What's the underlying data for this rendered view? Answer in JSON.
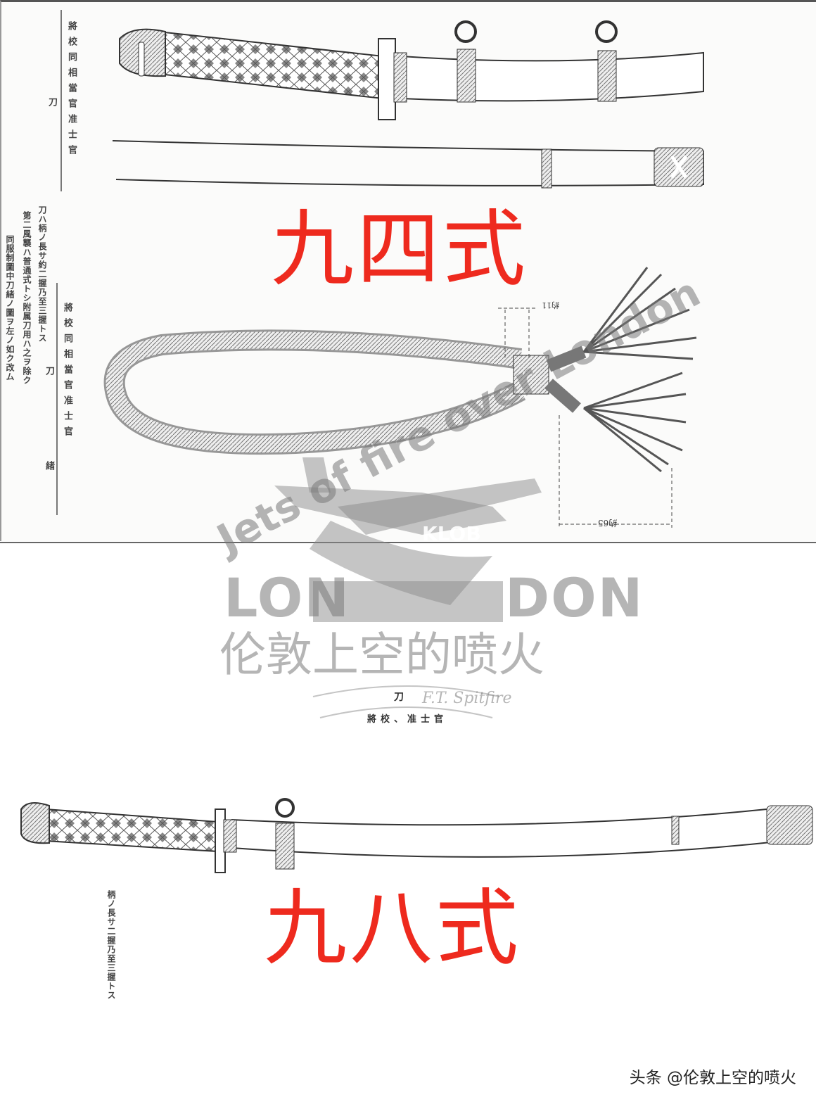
{
  "top_panel": {
    "caption_sword": {
      "title": "將校同相當官准士官",
      "suffix": "刀"
    },
    "notes": [
      "刀ハ柄ノ長サ約二握乃至三握トス",
      "第二風襲ハ普通式トシ附属刀用ハ之ヲ除ク",
      "同服制圖中刀緒ノ圖ヲ左ノ如ク改ム"
    ],
    "caption_cord": {
      "title": "將校同相當官准士官",
      "suffix_1": "刀",
      "suffix_2": "緒"
    },
    "dimension_small": "約11",
    "dimension_large": "約65",
    "label": "九四式"
  },
  "bottom_panel": {
    "caption": {
      "title": "刀",
      "subtitle": "將校、准士官"
    },
    "note": "柄ノ長サ二握乃至三握トス",
    "label": "九八式"
  },
  "watermark": {
    "arc_text": "Jets of fire over London",
    "plane_code": "KLOB",
    "logo_left": "LON",
    "logo_right": "DON",
    "chinese": "伦敦上空的喷火",
    "signature": "F.T. Spitfire"
  },
  "footer": {
    "credit": "头条 @伦敦上空的喷火"
  },
  "colors": {
    "label_red": "#ee2a1e",
    "watermark_gray": "#8a8a8a"
  }
}
